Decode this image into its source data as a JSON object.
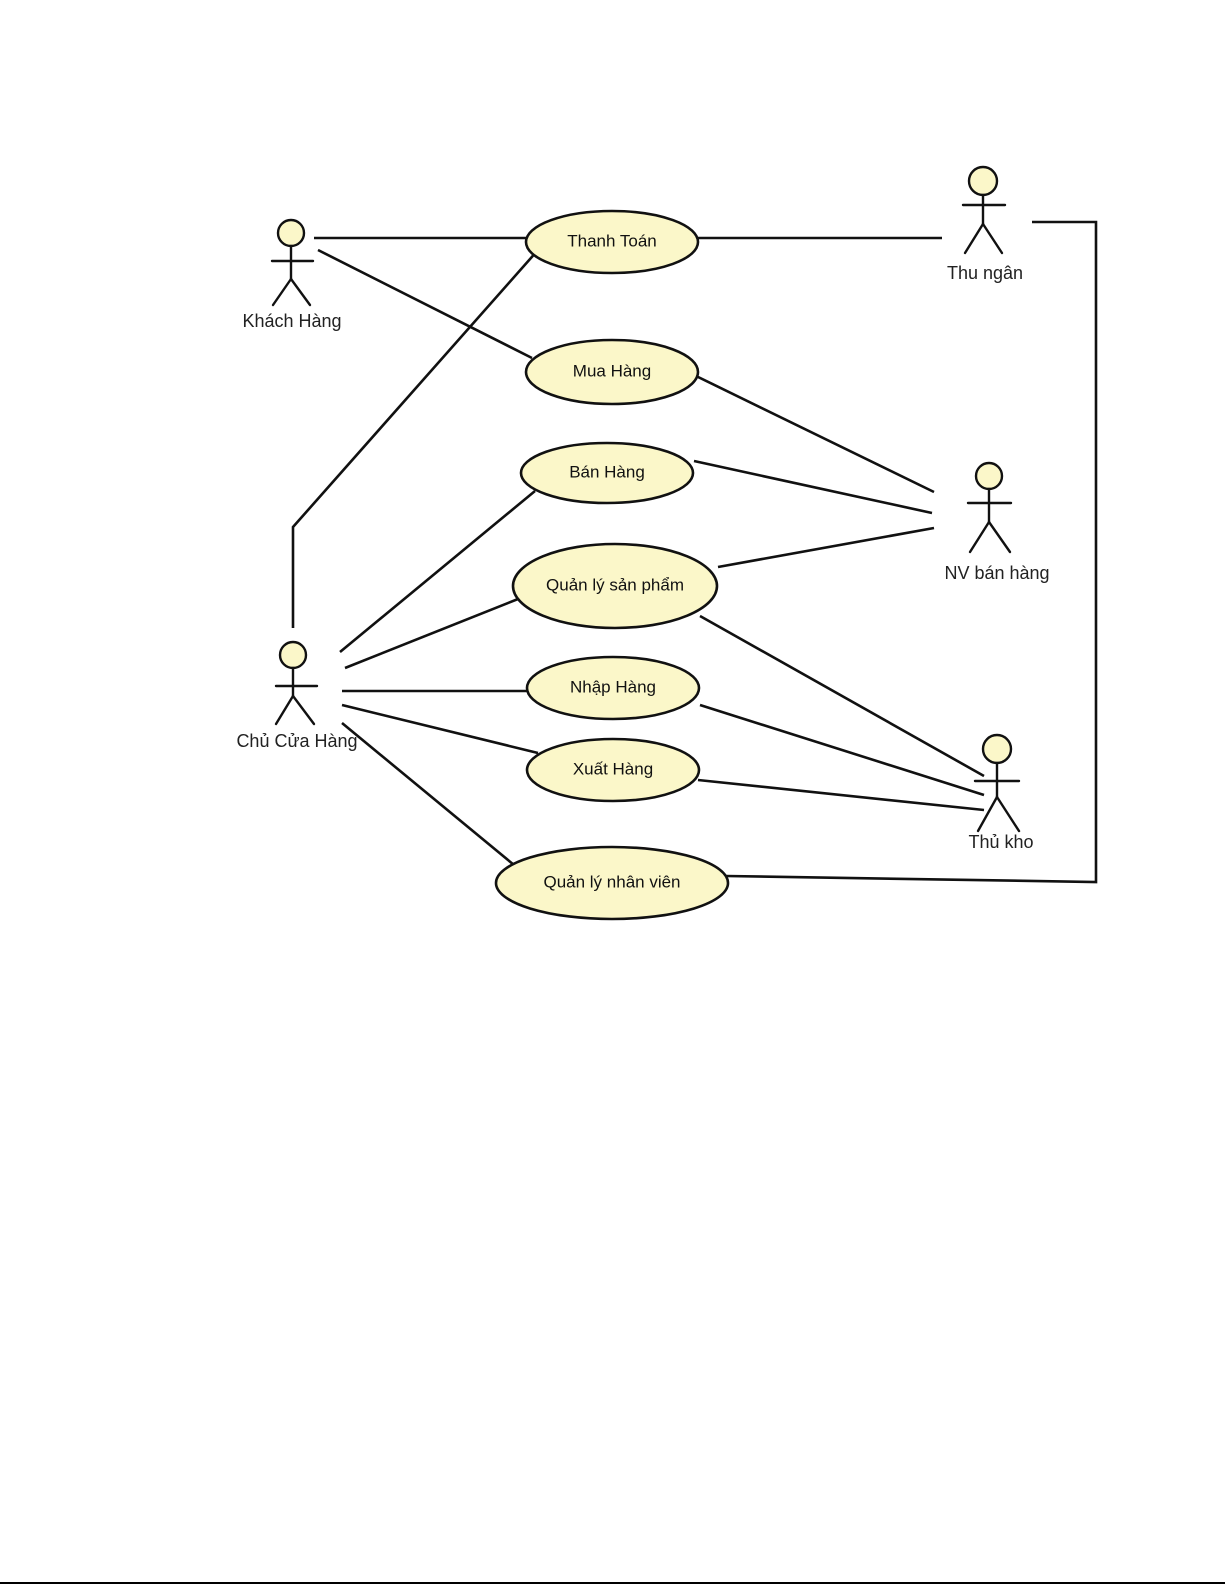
{
  "diagram": {
    "type": "use-case",
    "actors": [
      {
        "id": "khach_hang",
        "label": "Khách Hàng"
      },
      {
        "id": "thu_ngan",
        "label": "Thu ngân"
      },
      {
        "id": "nv_ban_hang",
        "label": "NV bán hàng"
      },
      {
        "id": "chu_cua_hang",
        "label": "Chủ Cửa Hàng"
      },
      {
        "id": "thu_kho",
        "label": "Thủ kho"
      }
    ],
    "use_cases": [
      {
        "id": "thanh_toan",
        "label": "Thanh Toán"
      },
      {
        "id": "mua_hang",
        "label": "Mua Hàng"
      },
      {
        "id": "ban_hang",
        "label": "Bán Hàng"
      },
      {
        "id": "quan_ly_san_pham",
        "label": "Quản lý sản phẩm"
      },
      {
        "id": "nhap_hang",
        "label": "Nhập Hàng"
      },
      {
        "id": "xuat_hang",
        "label": "Xuất Hàng"
      },
      {
        "id": "quan_ly_nhan_vien",
        "label": "Quản lý nhân viên"
      }
    ],
    "associations": [
      {
        "from": "khach_hang",
        "to": "thanh_toan"
      },
      {
        "from": "khach_hang",
        "to": "mua_hang"
      },
      {
        "from": "thu_ngan",
        "to": "thanh_toan"
      },
      {
        "from": "thu_ngan",
        "to": "quan_ly_nhan_vien"
      },
      {
        "from": "nv_ban_hang",
        "to": "mua_hang"
      },
      {
        "from": "nv_ban_hang",
        "to": "ban_hang"
      },
      {
        "from": "nv_ban_hang",
        "to": "quan_ly_san_pham"
      },
      {
        "from": "chu_cua_hang",
        "to": "thanh_toan"
      },
      {
        "from": "chu_cua_hang",
        "to": "ban_hang"
      },
      {
        "from": "chu_cua_hang",
        "to": "quan_ly_san_pham"
      },
      {
        "from": "chu_cua_hang",
        "to": "nhap_hang"
      },
      {
        "from": "chu_cua_hang",
        "to": "xuat_hang"
      },
      {
        "from": "chu_cua_hang",
        "to": "quan_ly_nhan_vien"
      },
      {
        "from": "thu_kho",
        "to": "quan_ly_san_pham"
      },
      {
        "from": "thu_kho",
        "to": "nhap_hang"
      },
      {
        "from": "thu_kho",
        "to": "xuat_hang"
      }
    ],
    "colors": {
      "use_case_fill": "#fbf7c9",
      "stroke": "#111111"
    }
  }
}
